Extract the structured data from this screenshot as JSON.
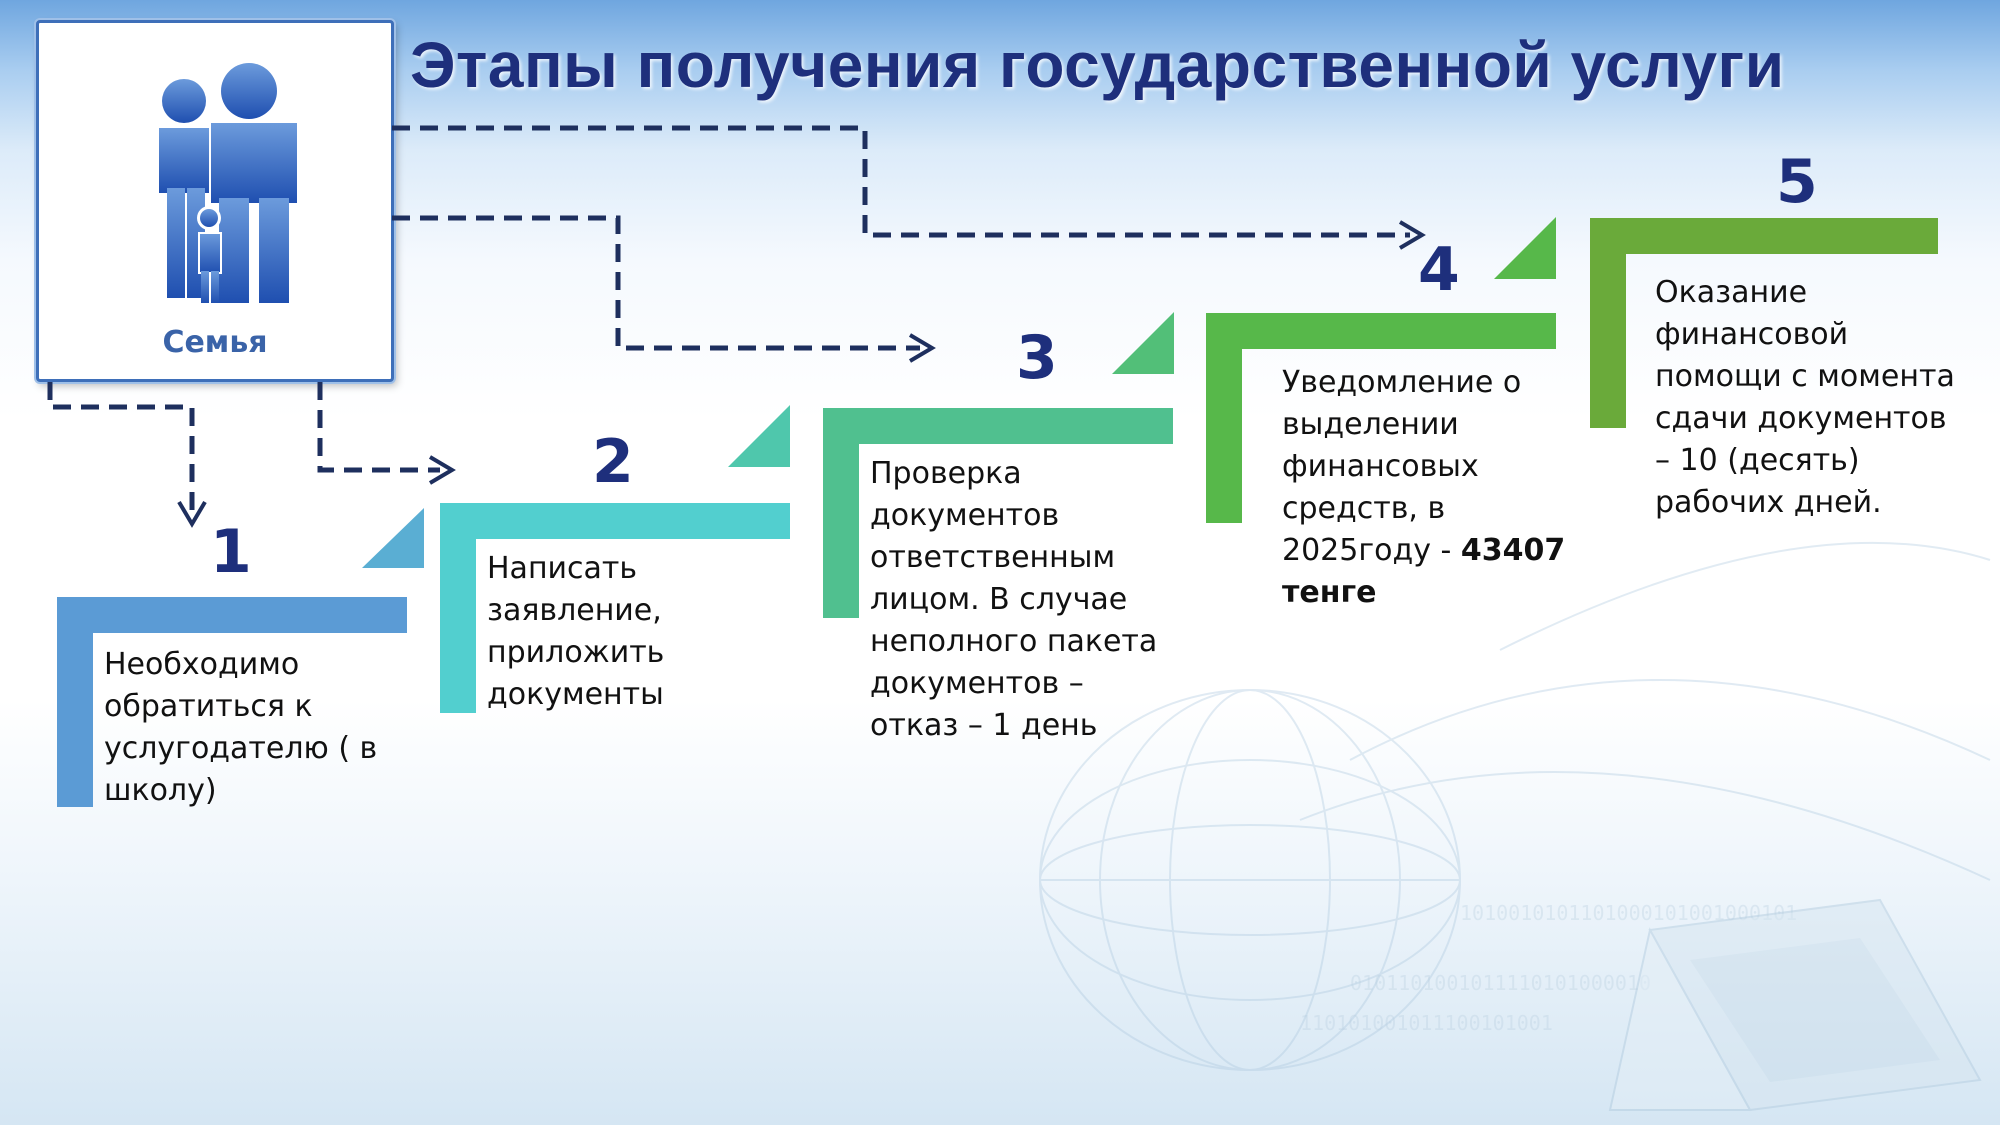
{
  "title": "Этапы получения государственной услуги",
  "family_label": "Семья",
  "colors": {
    "title": "#1e2f7c",
    "step1": "#5b9bd5",
    "step2": "#52cfcf",
    "step3": "#50c08f",
    "step4": "#57b84a",
    "step5": "#6aaa3a",
    "arrows": "#1e2f5e"
  },
  "icons": [
    "family-icon",
    "arrow-right-icon",
    "arrow-down-icon"
  ],
  "steps": [
    {
      "number": "1",
      "text": "Необходимо обратиться к услугодателю ( в школу)"
    },
    {
      "number": "2",
      "text": "Написать заявление, приложить документы"
    },
    {
      "number": "3",
      "text": "Проверка документов ответственным лицом. В случае неполного пакета документов – отказ – 1 день"
    },
    {
      "number": "4",
      "text": "Уведомление о выделении финансовых средств, в 2025году -",
      "bold_text": "43407 тенге"
    },
    {
      "number": "5",
      "text": "Оказание финансовой помощи с момента сдачи документов – 10 (десять) рабочих дней."
    }
  ]
}
